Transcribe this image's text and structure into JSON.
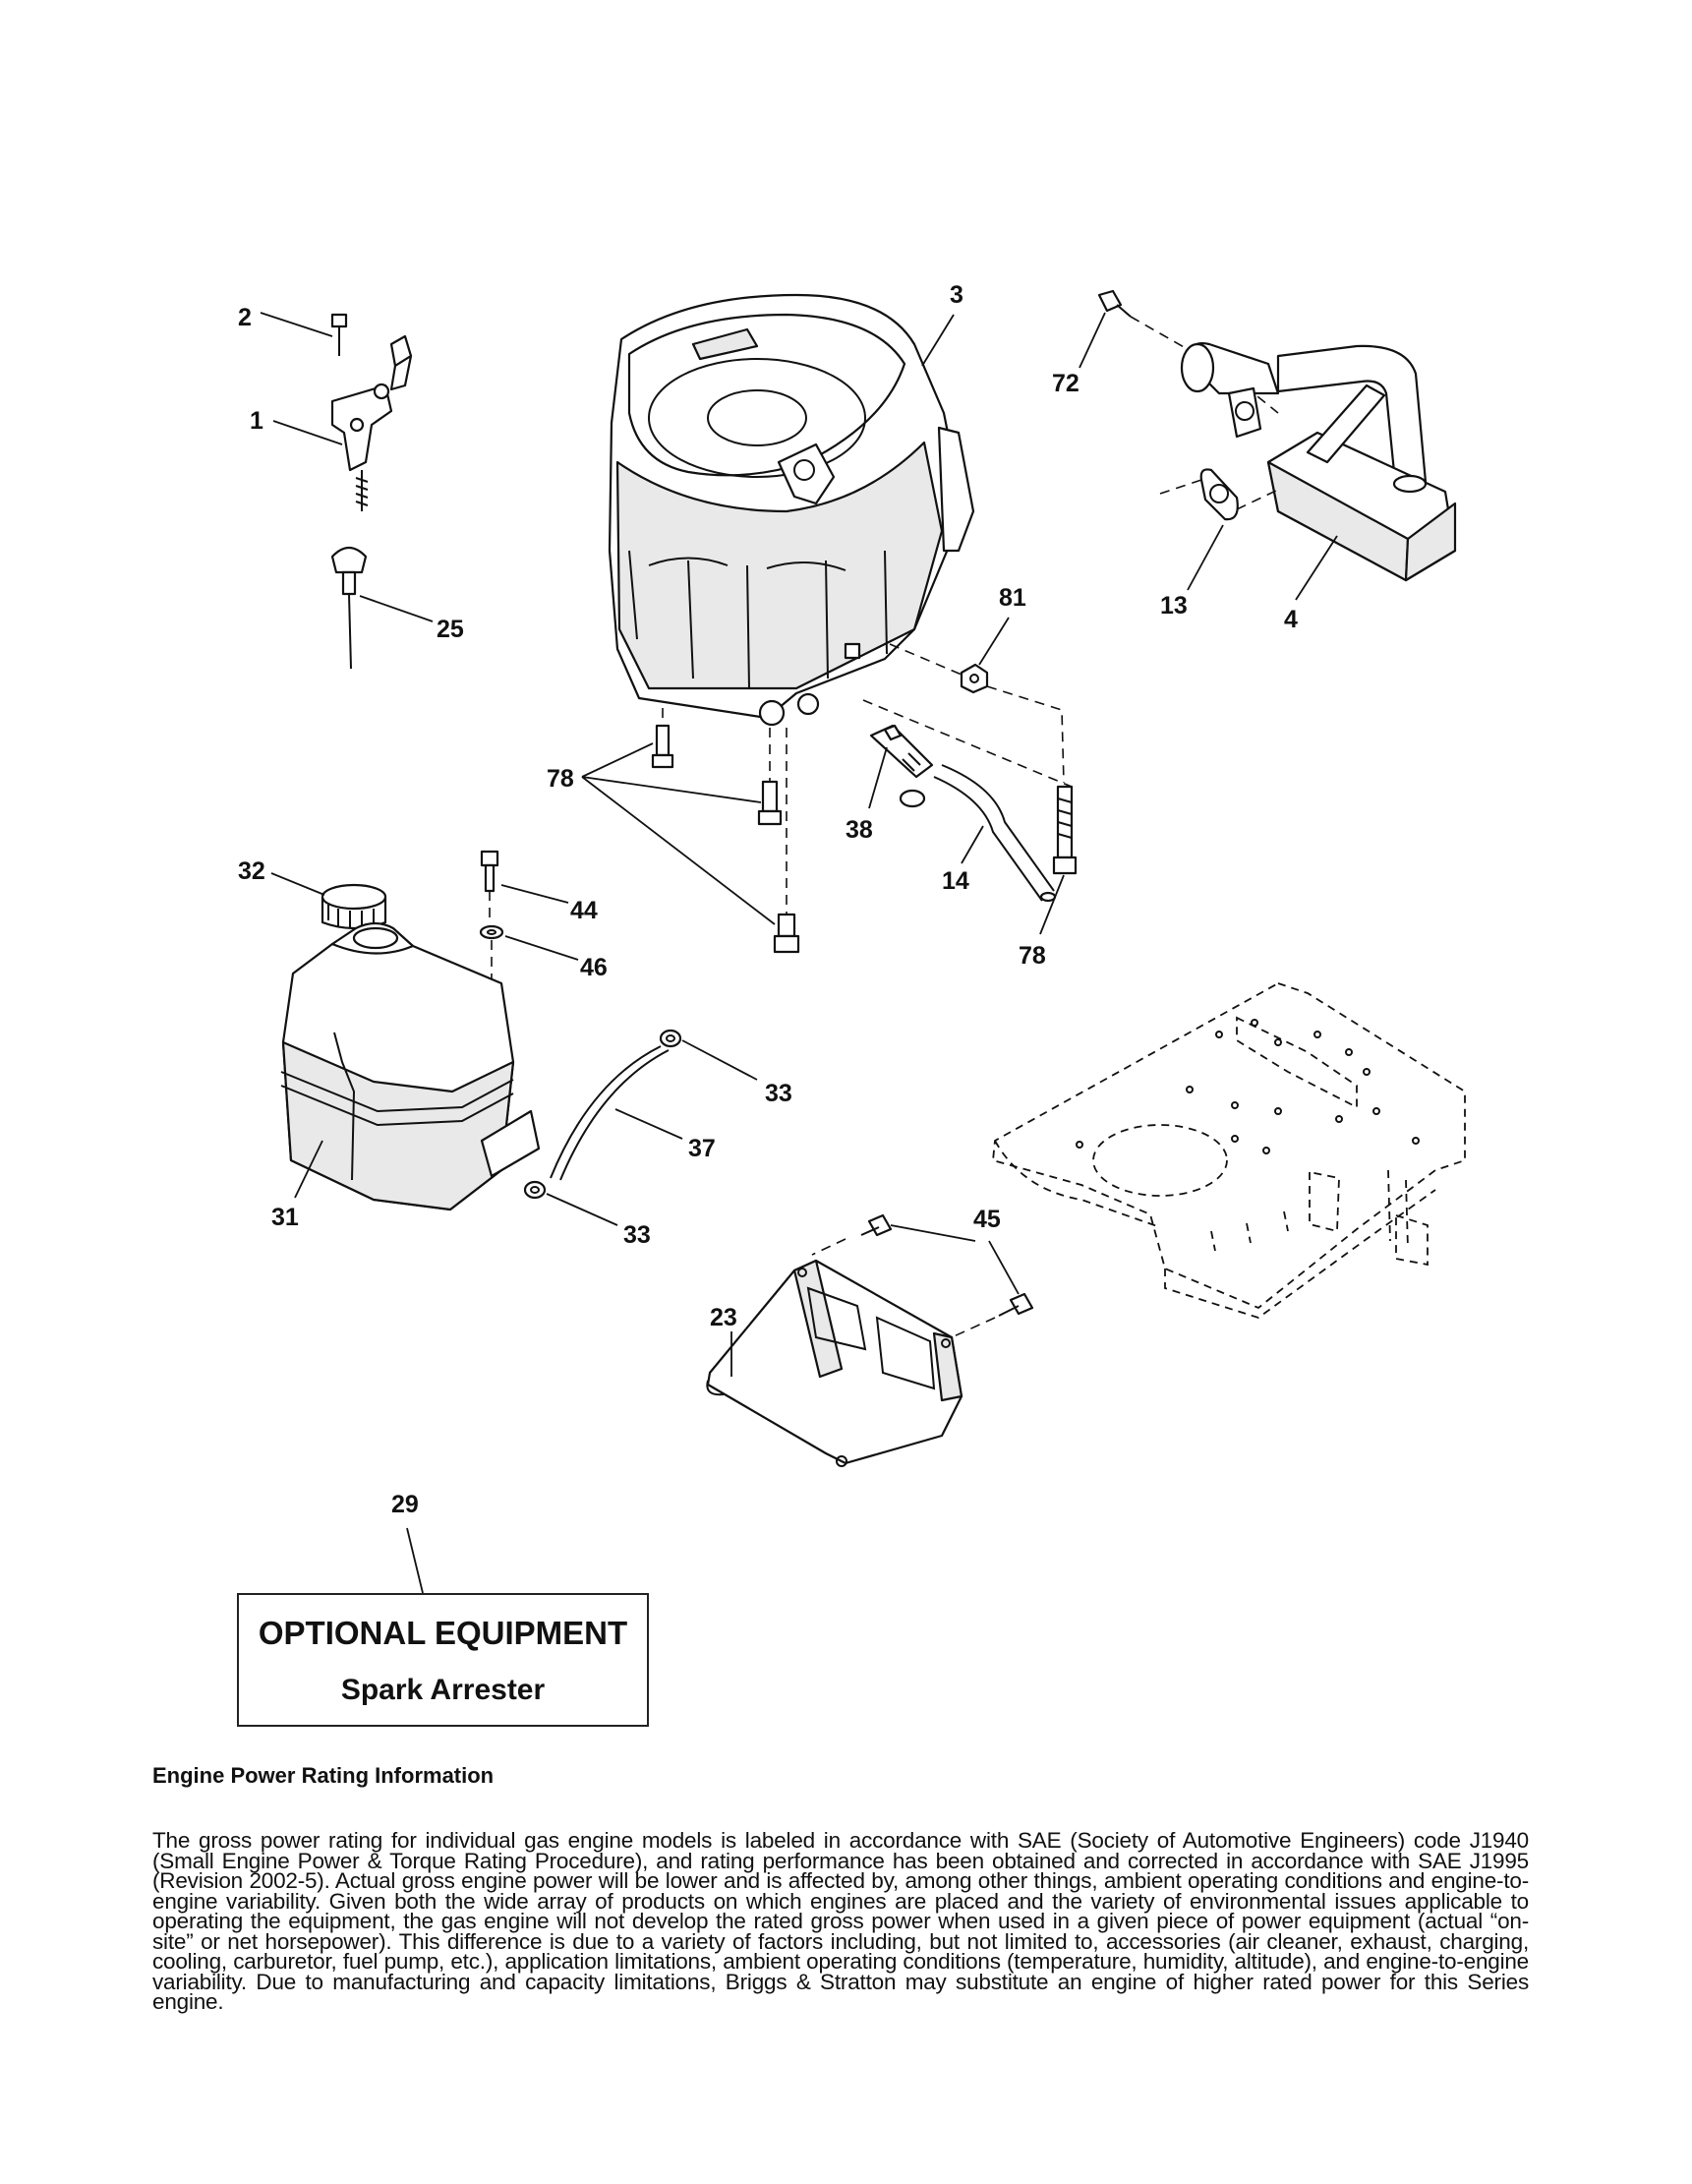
{
  "callouts": {
    "c1": "1",
    "c2": "2",
    "c3": "3",
    "c4": "4",
    "c13": "13",
    "c14": "14",
    "c23": "23",
    "c25": "25",
    "c29": "29",
    "c31": "31",
    "c32": "32",
    "c33a": "33",
    "c33b": "33",
    "c37": "37",
    "c38": "38",
    "c44": "44",
    "c45": "45",
    "c46": "46",
    "c72": "72",
    "c78a": "78",
    "c78b": "78",
    "c81": "81"
  },
  "optional_equipment": {
    "title": "OPTIONAL EQUIPMENT",
    "item": "Spark Arrester"
  },
  "engine_power": {
    "heading": "Engine Power Rating Information",
    "body": "The gross power rating for individual gas engine models is labeled in accordance with SAE (Society of Automotive Engineers) code J1940 (Small Engine Power & Torque Rating Procedure), and rating performance has been obtained and corrected in accordance with SAE J1995 (Revision 2002-5). Actual gross engine power will be lower and is affected by, among other things, ambient operating conditions and engine-to-engine variability. Given both the wide array of products on which engines are placed and the variety of environmental issues applicable to operating the equipment, the gas engine will not develop the rated gross power when used in a given piece of power equipment (actual “on-site” or net horsepower). This difference is due to a variety of factors including, but not limited to, accessories (air cleaner, exhaust, charging, cooling, carburetor, fuel pump, etc.), application limitations, ambient operating conditions (temperature, humidity, altitude), and engine-to-engine variability. Due to manufacturing and capacity limitations, Briggs & Stratton may substitute an engine of higher rated power for this Series engine."
  }
}
